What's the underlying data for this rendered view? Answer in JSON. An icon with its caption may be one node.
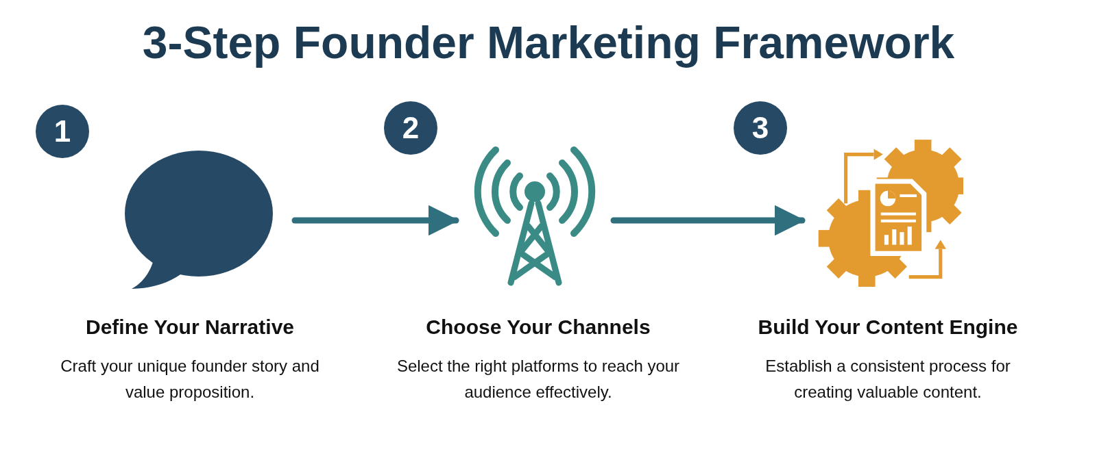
{
  "diagram": {
    "title": "3-Step Founder Marketing Framework",
    "nodes": [
      {
        "text": [],
        "shape": "bubble",
        "beside": [
          "1",
          "Define Your Narrative",
          "Craft your unique founder story and value proposition."
        ]
      },
      {
        "text": [],
        "shape": "tower",
        "beside": [
          "2",
          "Choose Your Channels",
          "Select the right platforms to reach your audience effectively."
        ]
      },
      {
        "text": [],
        "shape": "gear",
        "beside": [
          "3",
          "Build Your Content Engine",
          "Establish a consistent process for creating valuable content."
        ]
      }
    ],
    "edges": [
      {
        "from": 0,
        "to": 1,
        "arrow": "to"
      },
      {
        "from": 1,
        "to": 2,
        "arrow": "to"
      }
    ]
  }
}
